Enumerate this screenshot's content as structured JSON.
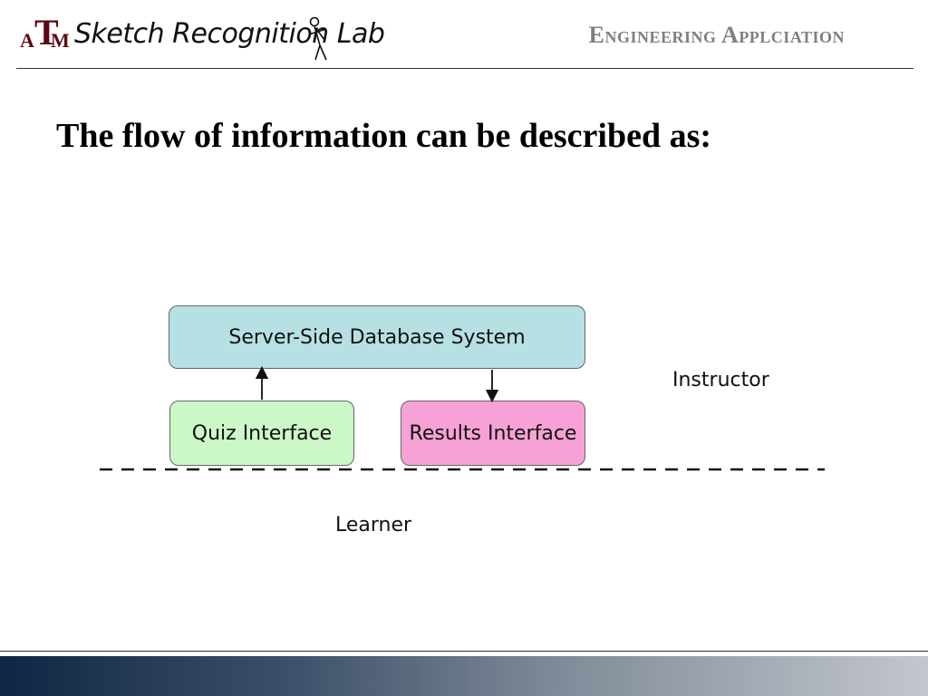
{
  "header": {
    "logo_letters": {
      "a": "A",
      "t": "T",
      "m": "M"
    },
    "lab_name": "Sketch Recognition Lab",
    "slide_heading": "Engineering Applciation"
  },
  "main": {
    "text": "The flow of  information can be described as:"
  },
  "diagram": {
    "server_box": "Server-Side Database System",
    "quiz_box": "Quiz Interface",
    "results_box": "Results Interface",
    "instructor_label": "Instructor",
    "learner_label": "Learner"
  },
  "colors": {
    "server_fill": "#b6e0e4",
    "quiz_fill": "#ccf8c8",
    "results_fill": "#f6a2d6",
    "heading_gray": "#7f7f7f",
    "logo_maroon": "#5b0a12"
  }
}
